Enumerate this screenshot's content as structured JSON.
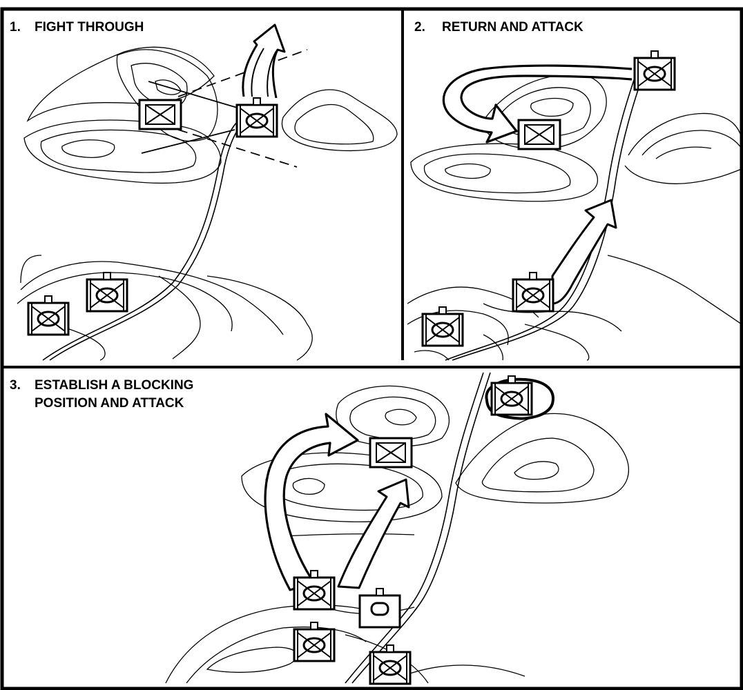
{
  "panels": [
    {
      "number": "1.",
      "title": "FIGHT THROUGH"
    },
    {
      "number": "2.",
      "title": "RETURN AND ATTACK"
    },
    {
      "number": "3.",
      "title_line1": "ESTABLISH A BLOCKING",
      "title_line2": "POSITION AND ATTACK"
    }
  ],
  "symbols": {
    "enemy_unit": "enemy-unit-symbol",
    "friendly_unit": "mechanized-unit-symbol",
    "support_unit": "armor-unit-symbol"
  },
  "colors": {
    "ink": "#000000",
    "paper": "#ffffff"
  }
}
